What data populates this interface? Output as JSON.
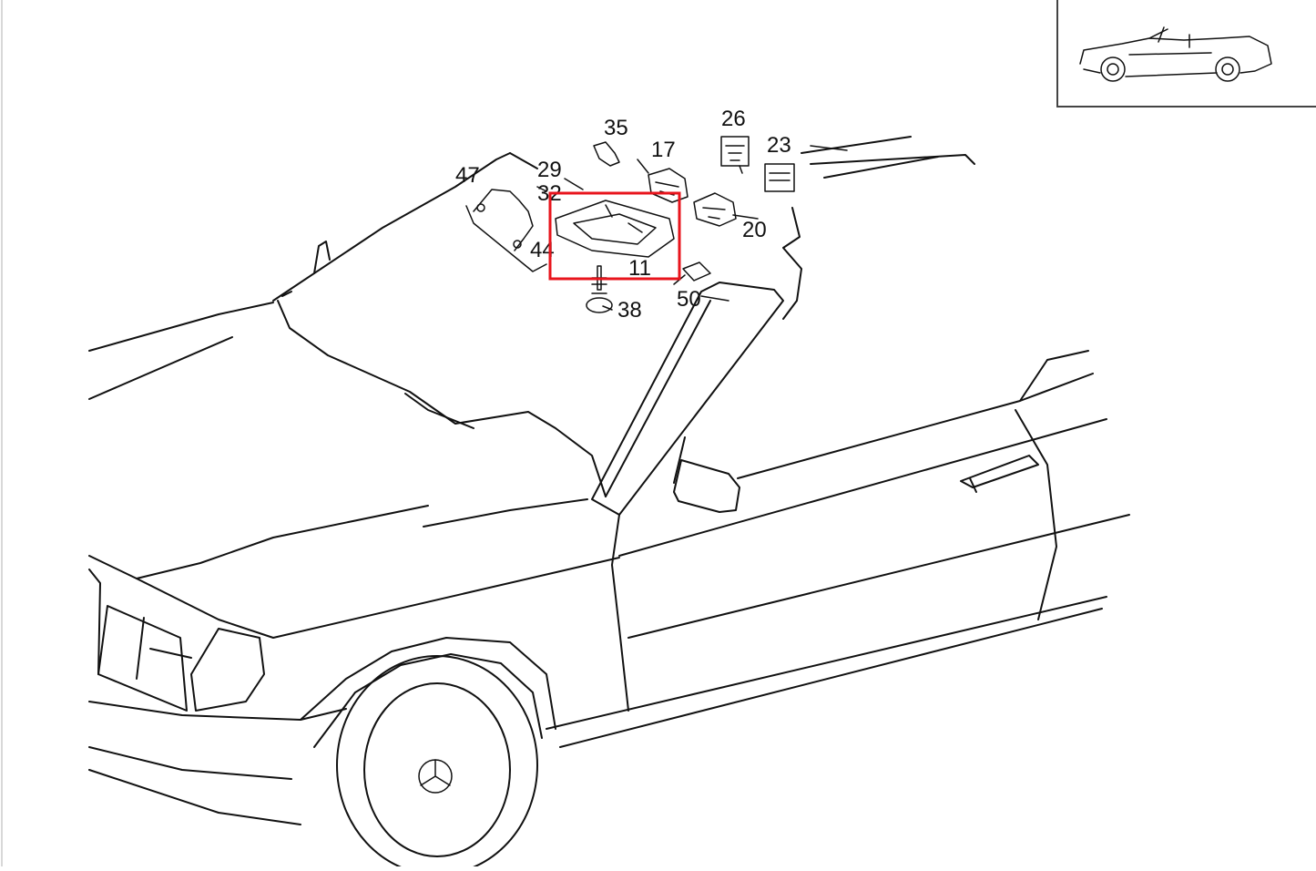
{
  "diagram": {
    "callouts": [
      {
        "id": "callout-35",
        "label": "35"
      },
      {
        "id": "callout-26",
        "label": "26"
      },
      {
        "id": "callout-17",
        "label": "17"
      },
      {
        "id": "callout-23",
        "label": "23"
      },
      {
        "id": "callout-29",
        "label": "29"
      },
      {
        "id": "callout-47",
        "label": "47"
      },
      {
        "id": "callout-32",
        "label": "32"
      },
      {
        "id": "callout-44",
        "label": "44"
      },
      {
        "id": "callout-20",
        "label": "20"
      },
      {
        "id": "callout-11",
        "label": "11"
      },
      {
        "id": "callout-50",
        "label": "50"
      },
      {
        "id": "callout-38",
        "label": "38"
      }
    ],
    "highlight": {
      "part": "11",
      "color": "#e8141c"
    },
    "line_color": "#111111"
  }
}
